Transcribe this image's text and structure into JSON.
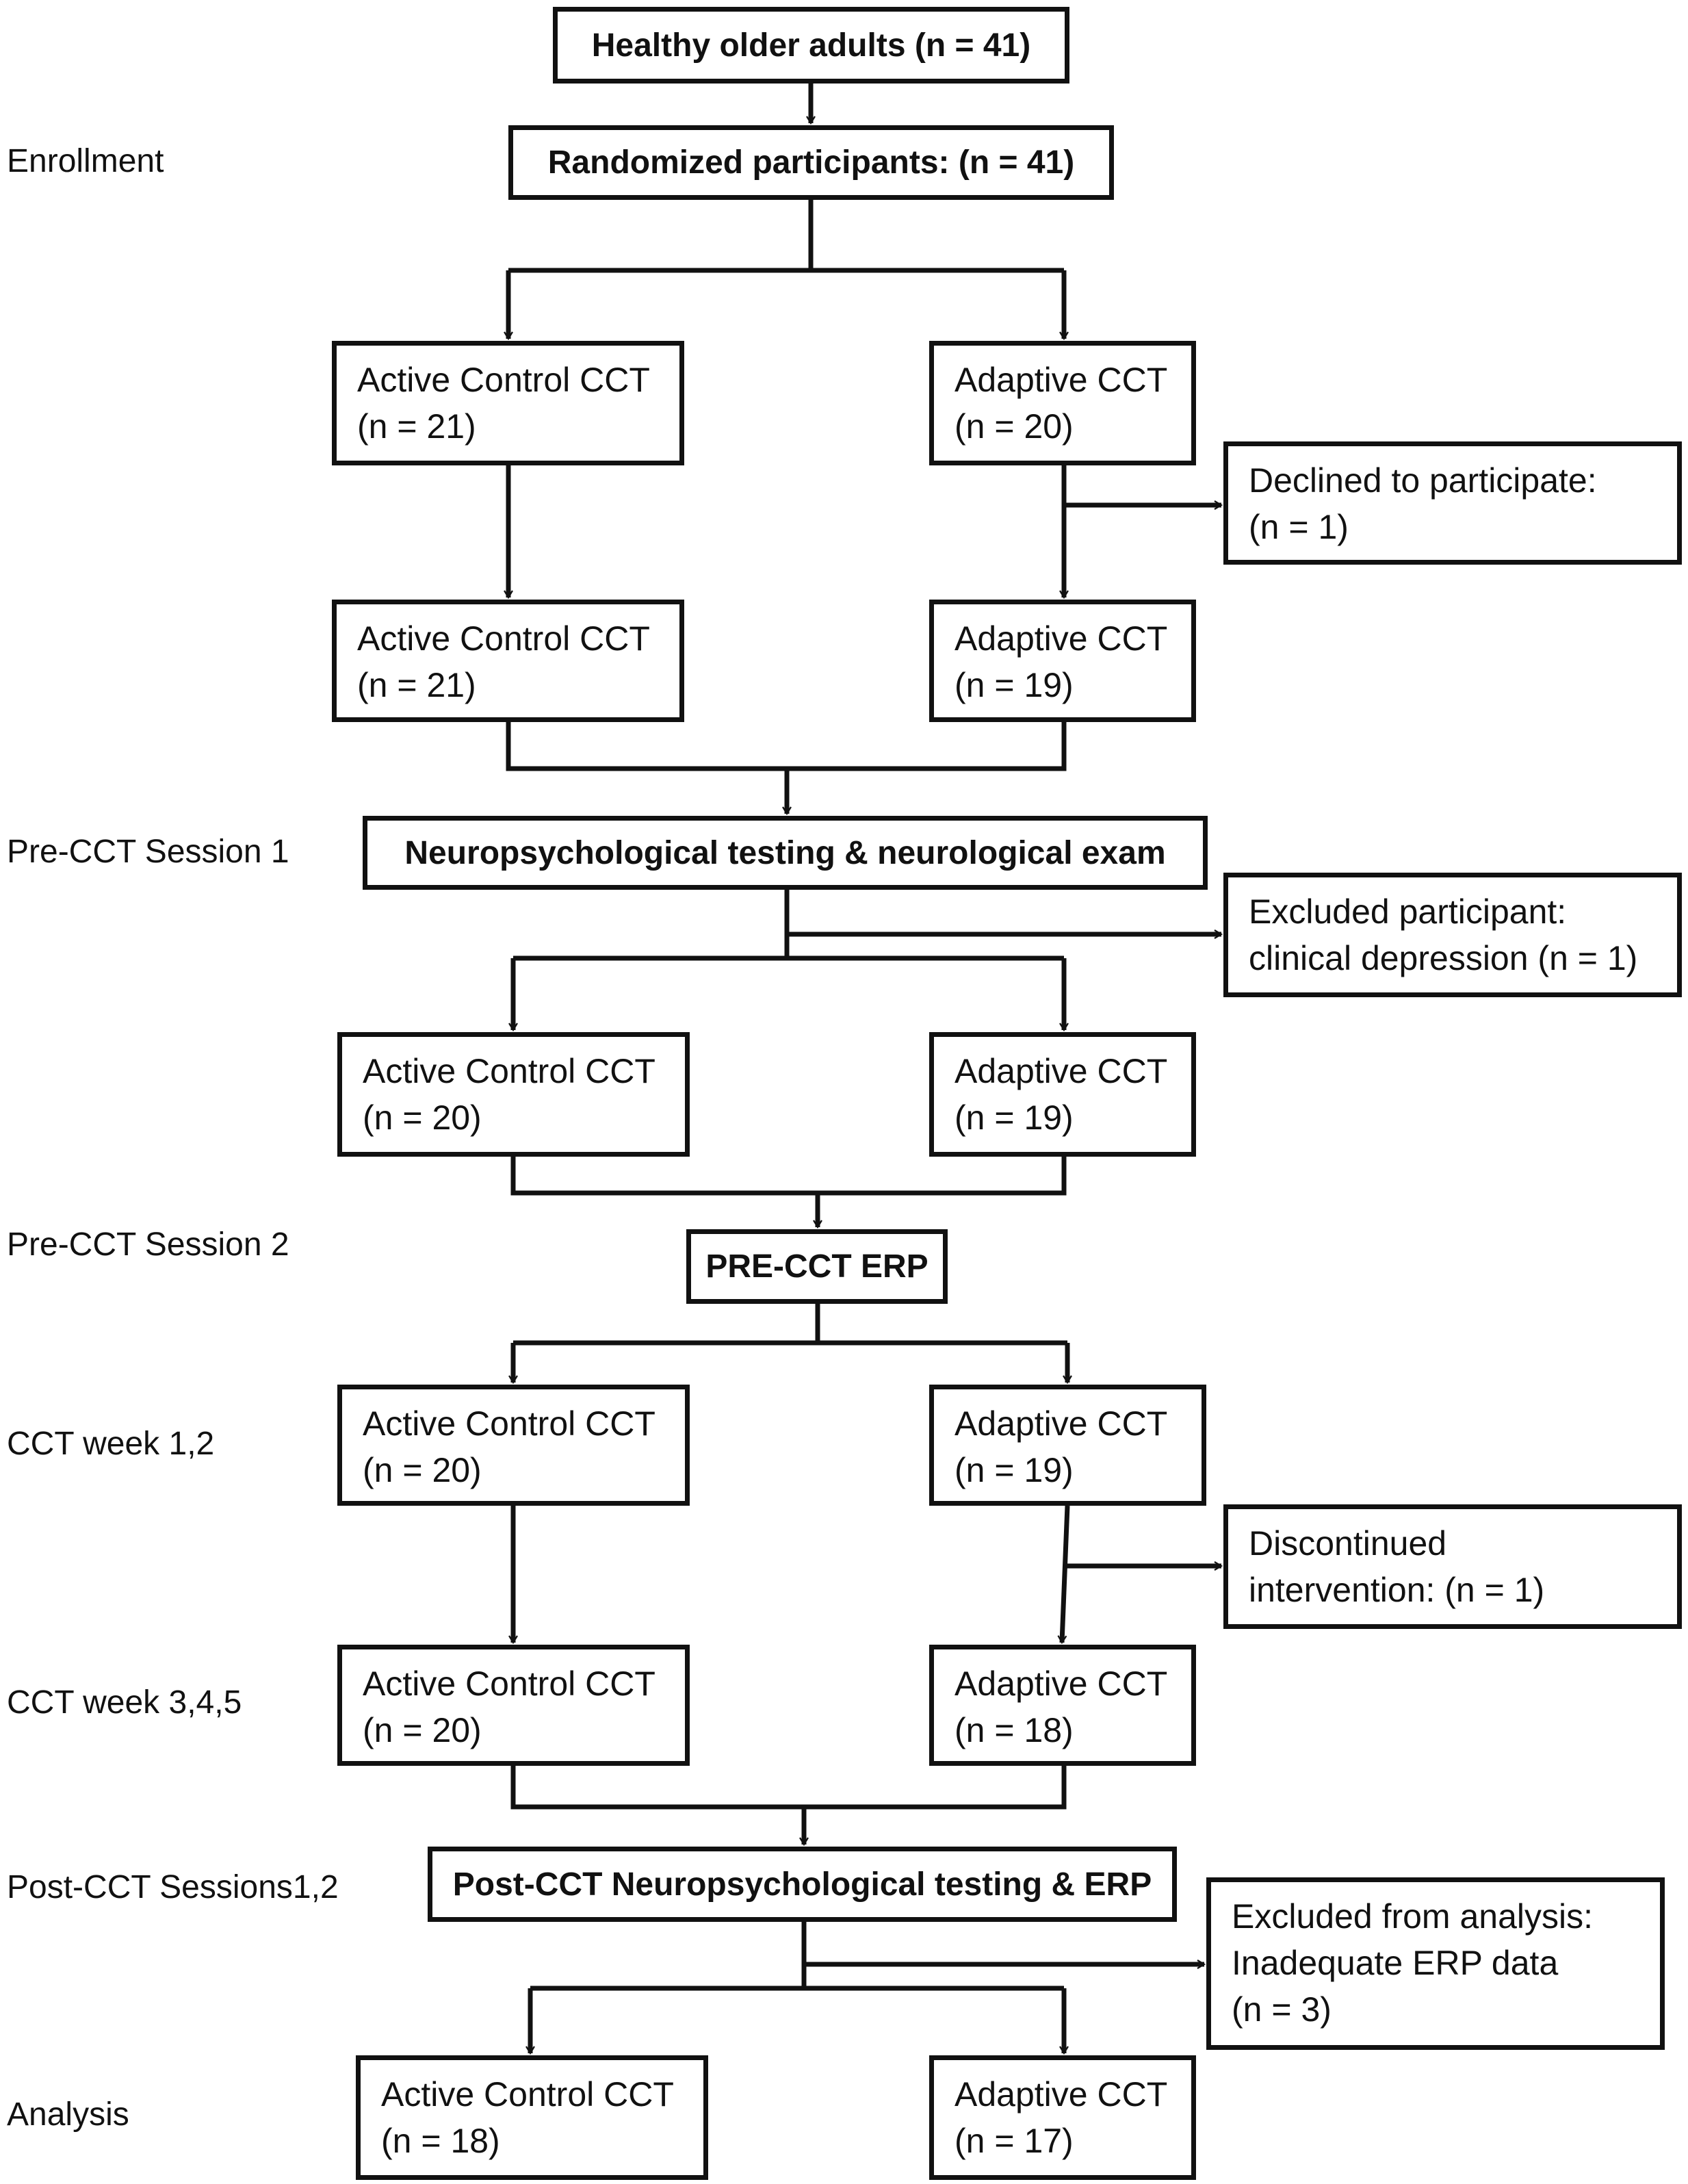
{
  "stages": {
    "enrollment": "Enrollment",
    "pre_cct_1": "Pre-CCT Session 1",
    "pre_cct_2": "Pre-CCT Session 2",
    "cct_week_12": "CCT week 1,2",
    "cct_week_345": "CCT week 3,4,5",
    "post_cct": "Post-CCT Sessions1,2",
    "analysis": "Analysis"
  },
  "nodes": {
    "healthy": "Healthy older adults (n = 41)",
    "randomized": "Randomized participants: (n = 41)",
    "neuro_exam": "Neuropsychological testing & neurological exam",
    "pre_erp": "PRE-CCT ERP",
    "post_testing": "Post-CCT Neuropsychological testing & ERP",
    "active_1": [
      "Active Control CCT",
      "(n = 21)"
    ],
    "adaptive_1": [
      "Adaptive CCT",
      "(n = 20)"
    ],
    "declined": [
      "Declined to participate:",
      "(n = 1)"
    ],
    "active_2": [
      "Active Control CCT",
      "(n = 21)"
    ],
    "adaptive_2": [
      "Adaptive CCT",
      "(n = 19)"
    ],
    "excluded_depression": [
      "Excluded participant:",
      "clinical depression (n = 1)"
    ],
    "active_3": [
      "Active Control CCT",
      "(n = 20)"
    ],
    "adaptive_3": [
      "Adaptive CCT",
      "(n = 19)"
    ],
    "active_4": [
      "Active Control CCT",
      "(n = 20)"
    ],
    "adaptive_4": [
      "Adaptive CCT",
      "(n = 19)"
    ],
    "discontinued": [
      "Discontinued",
      "intervention: (n = 1)"
    ],
    "active_5": [
      "Active Control CCT",
      "(n = 20)"
    ],
    "adaptive_5": [
      "Adaptive CCT",
      "(n = 18)"
    ],
    "excluded_erp": [
      "Excluded from analysis:",
      "Inadequate ERP data",
      "(n = 3)"
    ],
    "active_6": [
      "Active Control CCT",
      "(n = 18)"
    ],
    "adaptive_6": [
      "Adaptive CCT",
      "(n = 17)"
    ]
  }
}
